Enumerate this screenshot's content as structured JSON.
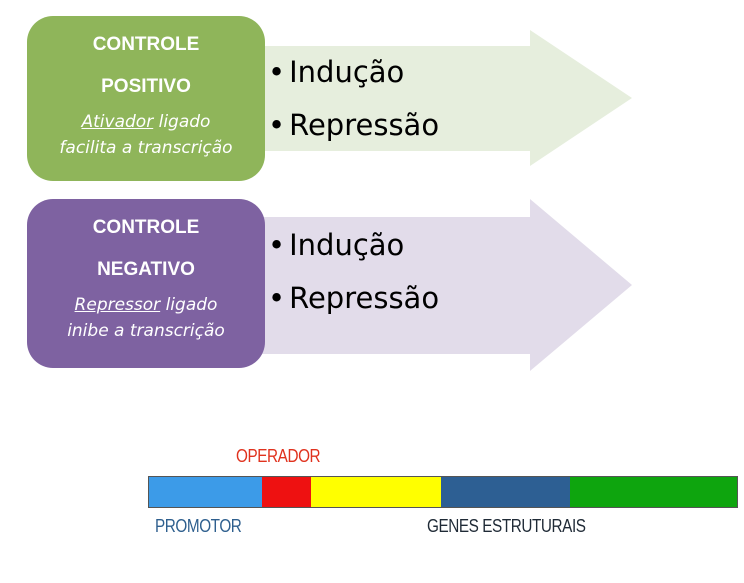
{
  "positive": {
    "title_line1": "CONTROLE",
    "title_line2": "POSITIVO",
    "desc_underlined": "Ativador",
    "desc_rest": " ligado",
    "desc_line2": "facilita a transcrição",
    "bullets": [
      "Indução",
      "Repressão"
    ],
    "card_color": "#8fb55a",
    "arrow_color": "#e6eedd"
  },
  "negative": {
    "title_line1": "CONTROLE",
    "title_line2": "NEGATIVO",
    "desc_underlined": "Repressor",
    "desc_rest": " ligado",
    "desc_line2": "inibe a transcrição",
    "bullets": [
      "Indução",
      "Repressão"
    ],
    "card_color": "#7e62a1",
    "arrow_color": "#e2dcea"
  },
  "bullet_symbol": "•",
  "gene_diagram": {
    "operador_label": "OPERADOR",
    "promotor_label": "PROMOTOR",
    "genes_label": "GENES ESTRUTURAIS",
    "segments": [
      {
        "name": "promotor",
        "color": "#3c9be8",
        "fraction": 0.193
      },
      {
        "name": "operador",
        "color": "#ee1111",
        "fraction": 0.083
      },
      {
        "name": "gene-1",
        "color": "#ffff00",
        "fraction": 0.221
      },
      {
        "name": "gene-2",
        "color": "#2d5f93",
        "fraction": 0.219
      },
      {
        "name": "gene-3",
        "color": "#0ea50e",
        "fraction": 0.284
      }
    ]
  }
}
